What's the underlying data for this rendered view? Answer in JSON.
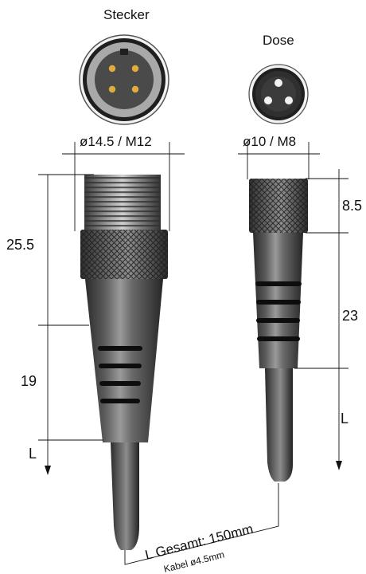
{
  "plug": {
    "title": "Stecker",
    "diameter_label": "ø14.5 / M12",
    "dim_top": "25.5",
    "dim_mid": "19",
    "dim_cable": "L"
  },
  "socket": {
    "title": "Dose",
    "diameter_label": "ø10 / M8",
    "dim_top": "8.5",
    "dim_mid": "23",
    "dim_cable": "L"
  },
  "cable": {
    "total_length_label": "L Gesamt: 150mm",
    "cable_diameter_label": "Kabel ø4.5mm"
  },
  "colors": {
    "body_dark": "#3a3a3a",
    "body_mid": "#6e6e6e",
    "body_light": "#a8a8a8",
    "contact_gold": "#e2ac3a",
    "face_ring": "#b8b8b8"
  }
}
